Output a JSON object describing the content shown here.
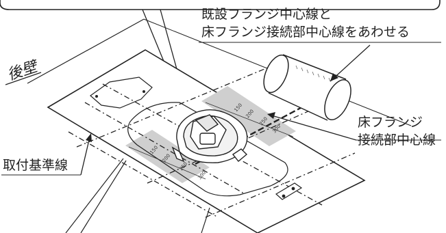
{
  "labels": {
    "back_wall": "後壁",
    "align_line_1": "既設フランジ中心線と",
    "align_line_2": "床フランジ接続部中心線をあわせる",
    "flange_center_1": "床フランジ",
    "flange_center_2": "接続部中心線",
    "mounting_baseline": "取付基準線"
  },
  "scale_ticks": {
    "upper": [
      "150",
      "200",
      "250",
      "300"
    ],
    "lower": [
      "150",
      "200",
      "250",
      "300"
    ]
  },
  "colors": {
    "line": "#222222",
    "shaded_band": "#cfcfcf",
    "paper": "#ffffff"
  }
}
